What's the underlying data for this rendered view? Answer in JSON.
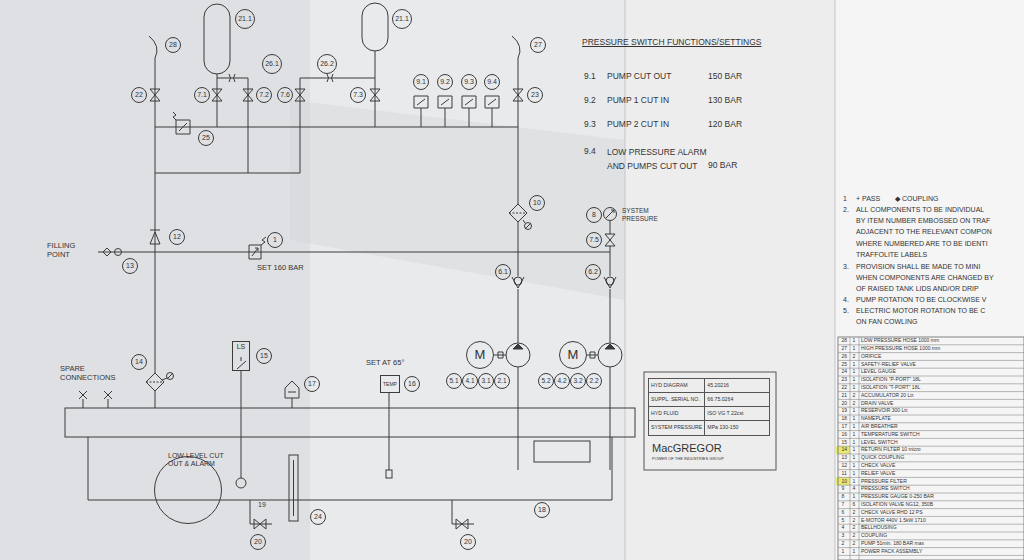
{
  "diagram": {
    "nodes": [
      {
        "text": [
          "21.1"
        ]
      },
      {
        "text": [
          "21.1"
        ]
      },
      {
        "text": [
          "28"
        ]
      },
      {
        "text": [
          "27"
        ]
      },
      {
        "text": [
          "26.1"
        ]
      },
      {
        "text": [
          "26.2"
        ]
      },
      {
        "text": [
          "9.1"
        ]
      },
      {
        "text": [
          "9.2"
        ]
      },
      {
        "text": [
          "9.3"
        ]
      },
      {
        "text": [
          "9.4"
        ]
      },
      {
        "text": [
          "22"
        ]
      },
      {
        "text": [
          "7.1"
        ]
      },
      {
        "text": [
          "7.2"
        ]
      },
      {
        "text": [
          "7.6"
        ]
      },
      {
        "text": [
          "7.3"
        ]
      },
      {
        "text": [
          "23"
        ]
      },
      {
        "text": [
          "25"
        ]
      },
      {
        "text": [
          "10"
        ]
      },
      {
        "text": [
          "8"
        ]
      },
      {
        "text": [
          "12"
        ]
      },
      {
        "text": [
          "1"
        ]
      },
      {
        "text": [
          "7.5"
        ]
      },
      {
        "text": [
          "13"
        ]
      },
      {
        "text": [
          "6.1"
        ]
      },
      {
        "text": [
          "6.2"
        ]
      },
      {
        "text": [
          "M"
        ]
      },
      {
        "text": [
          "M"
        ]
      },
      {
        "text": [
          "LS"
        ]
      },
      {
        "text": [
          "15"
        ]
      },
      {
        "text": [
          "14"
        ]
      },
      {
        "text": [
          "TEMP"
        ]
      },
      {
        "text": [
          "16"
        ]
      },
      {
        "text": [
          "17"
        ]
      },
      {
        "text": [
          "5.1"
        ]
      },
      {
        "text": [
          "4.1"
        ]
      },
      {
        "text": [
          "3.1"
        ]
      },
      {
        "text": [
          "2.1"
        ]
      },
      {
        "text": [
          "5.2"
        ]
      },
      {
        "text": [
          "4.2"
        ]
      },
      {
        "text": [
          "3.2"
        ]
      },
      {
        "text": [
          "2.2"
        ]
      },
      {
        "text": [
          "LOW LEVEL CUT OUT & ALARM"
        ]
      },
      {
        "text": [
          "19"
        ],
        "in": 41
      },
      {
        "text": [
          "24"
        ]
      },
      {
        "text": [
          "18"
        ]
      },
      {
        "text": [
          "20"
        ]
      },
      {
        "text": [
          "20"
        ]
      },
      {
        "text": [
          "HYD DIAGRAM",
          "45.20216",
          "SUPPL. SERIAL NO.",
          "66.75.0264",
          "HYD FLUID",
          "ISO VG T 22cst",
          "SYSTEM PRESSURE",
          "MPa 130-150"
        ]
      }
    ],
    "labels": [
      "SET 160 BAR",
      "FILLING POINT",
      "SYSTEM PRESSURE",
      "SPARE CONNECTIONS",
      "SET AT 65°",
      "MacGREGOR",
      "POWER OF THE INDUSTRIES GROUP",
      "PRESSURE SWITCH FUNCTIONS/SETTINGS",
      "9.1",
      "PUMP CUT OUT",
      "150 BAR",
      "9.2",
      "PUMP 1 CUT IN",
      "130 BAR",
      "9.3",
      "PUMP 2 CUT IN",
      "120 BAR",
      "9.4",
      "LOW PRESSURE ALARM AND PUMPS CUT OUT",
      "90 BAR",
      "1",
      "+ PASS",
      "◆ COUPLING",
      "2.",
      "ALL COMPONENTS TO BE INDIVIDUAL",
      "BY ITEM NUMBER EMBOSSED ON TRAF",
      "ADJACENT TO THE RELEVANT COMPON",
      "WHERE NUMBERED ARE TO BE IDENTI",
      "TRAFFOLITE LABELS",
      "3.",
      "PROVISION SHALL BE MADE TO MINI",
      "WHEN COMPONENTS ARE CHANGED BY",
      "OF RAISED TANK LIDS AND/OR DRIP",
      "4.",
      "PUMP ROTATION TO BE CLOCKWISE V",
      "5.",
      "ELECTRIC MOTOR ROTATION TO BE C",
      "ON FAN COWLING",
      "28",
      "1",
      "LOW PRESSURE HOSE 1000 mm",
      "27",
      "1",
      "HIGH PRESSURE HOSE 1000 mm",
      "26",
      "2",
      "ORIFICE",
      "25",
      "1",
      "SAFETY-RELIEF VALVE",
      "24",
      "1",
      "LEVEL GAUGE",
      "23",
      "1",
      "ISOLATION \"P-PORT\" 18L",
      "22",
      "1",
      "ISOLATION \"T-PORT\" 18L",
      "21",
      "2",
      "ACCUMULATOR 20 Ltr.",
      "20",
      "2",
      "DRAIN VALVE",
      "19",
      "1",
      "RESERVOIR 300 Ltr.",
      "18",
      "1",
      "NAMEPLATE",
      "17",
      "1",
      "AIR BREATHER",
      "16",
      "1",
      "TEMPERATURE SWITCH",
      "15",
      "1",
      "LEVEL SWITCH",
      "14",
      "1",
      "RETURN FILTER 10 micro",
      "13",
      "1",
      "QUICK COUPLING",
      "12",
      "1",
      "CHECK VALVE",
      "11",
      "1",
      "RELIEF VALVE",
      "10",
      "1",
      "PRESSURE FILTER",
      "9",
      "4",
      "PRESSURE SWITCH",
      "8",
      "1",
      "PRESSURE GAUGE 0-250 BAR",
      "7",
      "6",
      "ISOLATION VALVE NG12, 350B",
      "6",
      "2",
      "CHECK VALVE RHD 12 PS",
      "5",
      "2",
      "E-MOTOR 440V 1.5kW 1710",
      "4",
      "2",
      "BELLHOUSING",
      "3",
      "2",
      "COUPLING",
      "2",
      "2",
      "PUMP 51min. 180 BAR max",
      "1",
      "1",
      "POWER PACK ASSEMBLY"
    ]
  }
}
